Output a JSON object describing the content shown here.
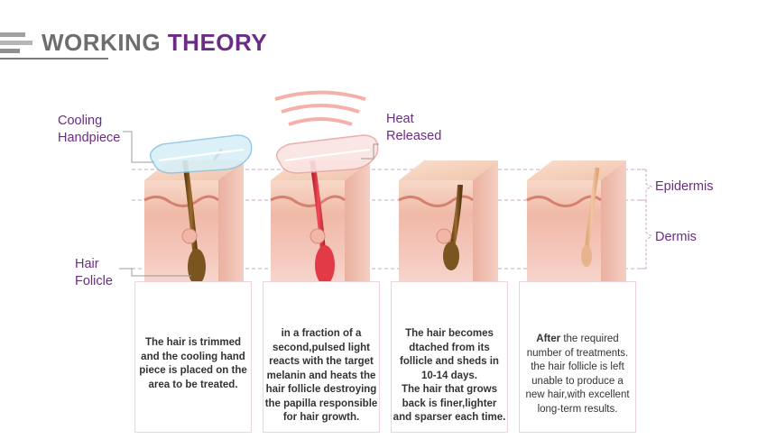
{
  "header": {
    "title_part1": "WORKING",
    "title_part2": "THEORY"
  },
  "labels": {
    "cooling_handpiece_line1": "Cooling",
    "cooling_handpiece_line2": "Handpiece",
    "heat_released_line1": "Heat",
    "heat_released_line2": "Released",
    "hair_folicle_line1": "Hair",
    "hair_folicle_line2": "Folicle",
    "epidermis": "Epidermis",
    "dermis": "Dermis"
  },
  "steps": [
    {
      "lines": [
        "The hair is trimmed",
        "and the cooling hand",
        "piece is placed on the",
        "area to be treated."
      ]
    },
    {
      "lines": [
        "in a fraction of a",
        "second,pulsed light",
        "reacts with the target",
        "melanin and heats the",
        "hair follicle destroying",
        "the papilla responsible",
        "for hair growth."
      ]
    },
    {
      "lines": [
        "The hair becomes",
        "dtached from its",
        "follicle and sheds in",
        "10-14 days.",
        "The hair that grows",
        "back is finer,lighter",
        "and sparser each time."
      ]
    },
    {
      "lines_bold": "After",
      "lines": [
        " the required",
        "number of treatments.",
        "the hair follicle is left",
        "unable to produce a",
        "new hair,with excellent",
        "long-term results."
      ]
    }
  ],
  "colors": {
    "accent": "#6a2d83",
    "gray_title": "#6d6e70",
    "skin": "#f4c7b8",
    "hair_dark": "#6b4a1f",
    "hair_red": "#d4323f"
  }
}
